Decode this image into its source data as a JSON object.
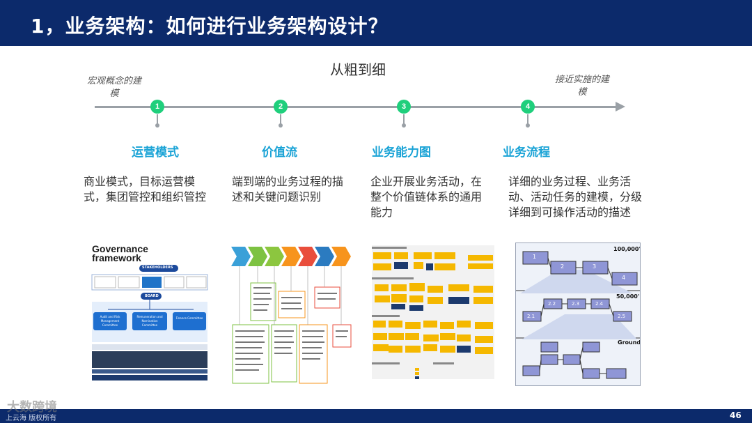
{
  "header": {
    "title": "1，业务架构：如何进行业务架构设计？"
  },
  "timeline": {
    "caption": "从粗到细",
    "left_note": "宏观概念的建模",
    "right_note": "接近实施的建模"
  },
  "stages": [
    {
      "number": "1",
      "title": "运营模式",
      "description": "商业模式，目标运营模式，集团管控和组织管控"
    },
    {
      "number": "2",
      "title": "价值流",
      "description": "端到端的业务过程的描述和关键问题识别"
    },
    {
      "number": "3",
      "title": "业务能力图",
      "description": "企业开展业务活动，在整个价值链体系的通用能力"
    },
    {
      "number": "4",
      "title": "业务流程",
      "description": "详细的业务过程、业务活动、活动任务的建模，分级详细到可操作活动的描述"
    }
  ],
  "thumbnails": {
    "governance": {
      "title_line1": "Governance",
      "title_line2": "framework",
      "stakeholders": "STAKEHOLDERS",
      "board": "BOARD",
      "committees": [
        "Audit and Risk Management Committee",
        "Remuneration and Nomination Committee",
        "Finance Committee"
      ]
    },
    "process_levels": [
      "100,000'",
      "50,000'",
      "Ground"
    ],
    "process_boxes_top": [
      "1",
      "2",
      "3",
      "4"
    ],
    "process_boxes_mid": [
      "2.1",
      "2.2",
      "2.3",
      "2.4",
      "2.5"
    ]
  },
  "footer": {
    "text": "上云海 版权所有",
    "page_number": "46",
    "watermark": "大数跨境"
  },
  "colors": {
    "header_bg": "#0c2a6b",
    "marker": "#1fcf7c",
    "stage_title": "#1aa3d6"
  }
}
